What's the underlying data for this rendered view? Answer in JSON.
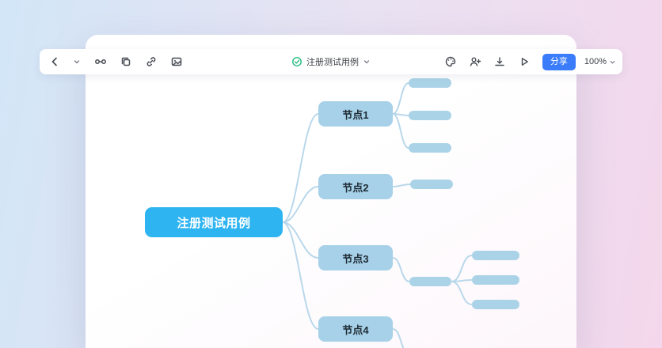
{
  "toolbar": {
    "doc_title": "注册测试用例",
    "share_label": "分享",
    "zoom_level": "100%",
    "left_icons": [
      "back-icon",
      "history-caret-icon",
      "relation-icon",
      "copy-icon",
      "link-icon",
      "image-icon"
    ],
    "right_icons": [
      "palette-icon",
      "person-add-icon",
      "download-icon",
      "play-icon"
    ]
  },
  "mindmap": {
    "root": {
      "label": "注册测试用例"
    },
    "children": [
      {
        "label": "节点1",
        "leaf_bars": 3
      },
      {
        "label": "节点2",
        "leaf_bars": 1
      },
      {
        "label": "节点3",
        "leaf_bars": 0,
        "subnode_bar": {
          "leaf_bars": 3
        }
      },
      {
        "label": "节点4",
        "leaf_bars": 0
      }
    ]
  },
  "colors": {
    "root_node_bg": "#2EB4F1",
    "root_node_text": "#FFFFFF",
    "child_node_bg": "#A7D1E8",
    "leaf_bar_bg": "#ABD3E8",
    "connector": "#B9D8EB",
    "share_button_bg": "#3B7CFA",
    "check_green": "#16B877"
  }
}
